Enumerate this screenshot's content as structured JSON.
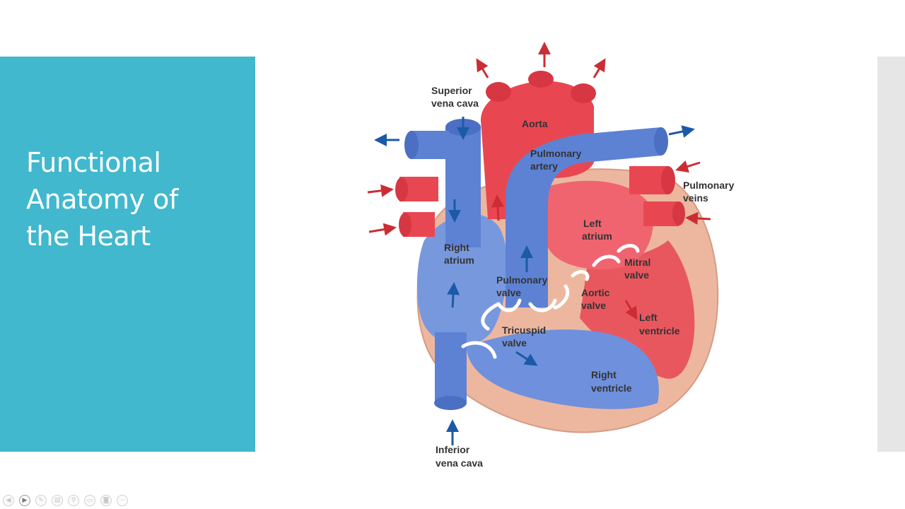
{
  "slide": {
    "title_lines": [
      "Functional",
      "Anatomy of",
      "the Heart"
    ]
  },
  "diagram": {
    "labels": {
      "superior_vena_cava": [
        "Superior",
        "vena cava"
      ],
      "aorta": [
        "Aorta"
      ],
      "pulmonary_artery": [
        "Pulmonary",
        "artery"
      ],
      "pulmonary_veins": [
        "Pulmonary",
        "veins"
      ],
      "left_atrium": [
        "Left",
        "atrium"
      ],
      "right_atrium": [
        "Right",
        "atrium"
      ],
      "mitral_valve": [
        "Mitral",
        "valve"
      ],
      "pulmonary_valve": [
        "Pulmonary",
        "valve"
      ],
      "aortic_valve": [
        "Aortic",
        "valve"
      ],
      "left_ventricle": [
        "Left",
        "ventricle"
      ],
      "tricuspid_valve": [
        "Tricuspid",
        "valve"
      ],
      "right_ventricle": [
        "Right",
        "ventricle"
      ],
      "inferior_vena_cava": [
        "Inferior",
        "vena cava"
      ]
    },
    "colors": {
      "oxygenated": "#e84752",
      "deoxygenated": "#5d82d4",
      "muscle": "#edb79f",
      "arrow_red": "#cc2c33",
      "arrow_blue": "#1c5aa8"
    }
  },
  "toolbar": {
    "buttons": [
      {
        "name": "previous-icon",
        "glyph": "◀"
      },
      {
        "name": "play-icon",
        "glyph": "▶"
      },
      {
        "name": "pen-icon",
        "glyph": "✎"
      },
      {
        "name": "slides-icon",
        "glyph": "▤"
      },
      {
        "name": "zoom-icon",
        "glyph": "⚲"
      },
      {
        "name": "subtitles-icon",
        "glyph": "▭"
      },
      {
        "name": "camera-icon",
        "glyph": "◙"
      },
      {
        "name": "more-icon",
        "glyph": "⋯"
      }
    ]
  }
}
